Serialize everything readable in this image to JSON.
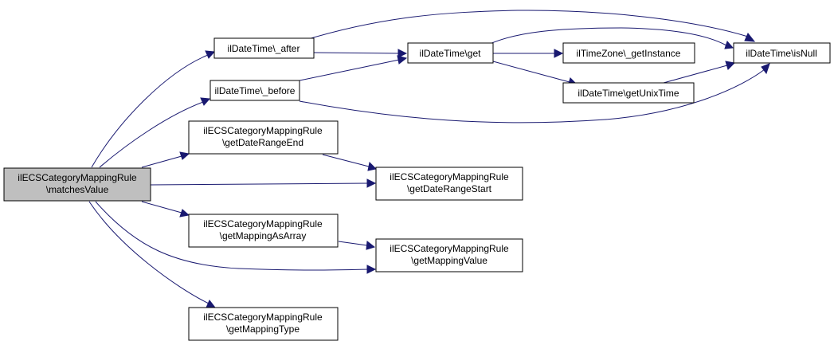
{
  "graph": {
    "edge_color": "#191970",
    "root_fill": "#bfbfbf",
    "nodes": {
      "root": [
        "ilECSCategoryMappingRule",
        "\\matchesValue"
      ],
      "after": [
        "ilDateTime\\_after"
      ],
      "before": [
        "ilDateTime\\_before"
      ],
      "get": [
        "ilDateTime\\get"
      ],
      "tz": [
        "ilTimeZone\\_getInstance"
      ],
      "unix": [
        "ilDateTime\\getUnixTime"
      ],
      "isnull": [
        "ilDateTime\\isNull"
      ],
      "dre": [
        "ilECSCategoryMappingRule",
        "\\getDateRangeEnd"
      ],
      "drs": [
        "ilECSCategoryMappingRule",
        "\\getDateRangeStart"
      ],
      "gmaa": [
        "ilECSCategoryMappingRule",
        "\\getMappingAsArray"
      ],
      "gmv": [
        "ilECSCategoryMappingRule",
        "\\getMappingValue"
      ],
      "gmt": [
        "ilECSCategoryMappingRule",
        "\\getMappingType"
      ]
    }
  }
}
